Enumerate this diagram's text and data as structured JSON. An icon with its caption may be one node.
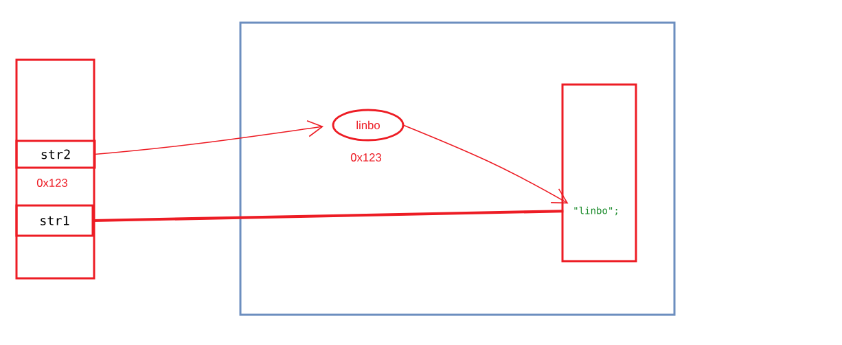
{
  "diagram": {
    "nodes": [
      {
        "text": [],
        "shape": "box"
      },
      {
        "text": [
          "str2"
        ],
        "in": 0
      },
      {
        "text": [
          "0x123"
        ],
        "in": 0
      },
      {
        "text": [
          "str1"
        ],
        "in": 0
      },
      {
        "text": [],
        "shape": "box"
      },
      {
        "text": [
          "linbo"
        ],
        "in": 4,
        "beside": [
          "0x123"
        ]
      },
      {
        "text": [],
        "shape": "box",
        "in": 4
      },
      {
        "text": [
          "\"linbo\";"
        ],
        "in": 6
      }
    ],
    "edges": [
      {
        "from": 1,
        "to": 5,
        "arrow": "to"
      },
      {
        "from": 5,
        "to": 7,
        "arrow": "to"
      },
      {
        "from": 3,
        "to": 7,
        "arrow": "none",
        "style": "thick"
      }
    ]
  }
}
